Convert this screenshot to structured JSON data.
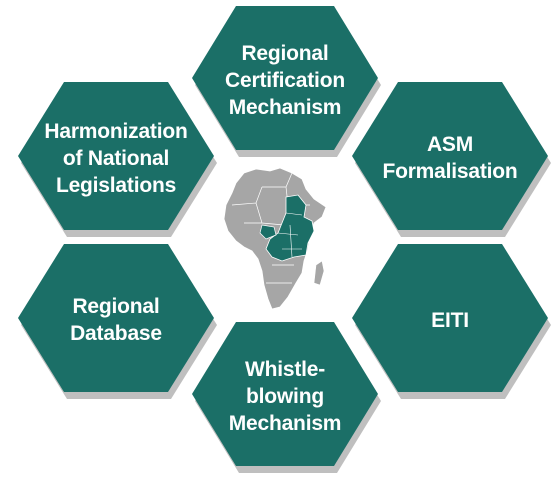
{
  "colors": {
    "hex_fill": "#1B6F67",
    "hex_shadow": "#8a8a8a",
    "map_gray": "#a6a6a6",
    "map_highlight": "#1B6F67",
    "text": "#ffffff"
  },
  "hexagons": [
    {
      "id": "regional-certification",
      "label": "Regional\nCertification\nMechanism"
    },
    {
      "id": "harmonization",
      "label": "Harmonization\nof National\nLegislations"
    },
    {
      "id": "asm-formalisation",
      "label": "ASM\nFormalisation"
    },
    {
      "id": "regional-database",
      "label": "Regional\nDatabase"
    },
    {
      "id": "eiti",
      "label": "EITI"
    },
    {
      "id": "whistleblowing",
      "label": "Whistle-\nblowing\nMechanism"
    }
  ],
  "center_image": {
    "icon": "africa-map-icon",
    "description_hidden": true
  }
}
